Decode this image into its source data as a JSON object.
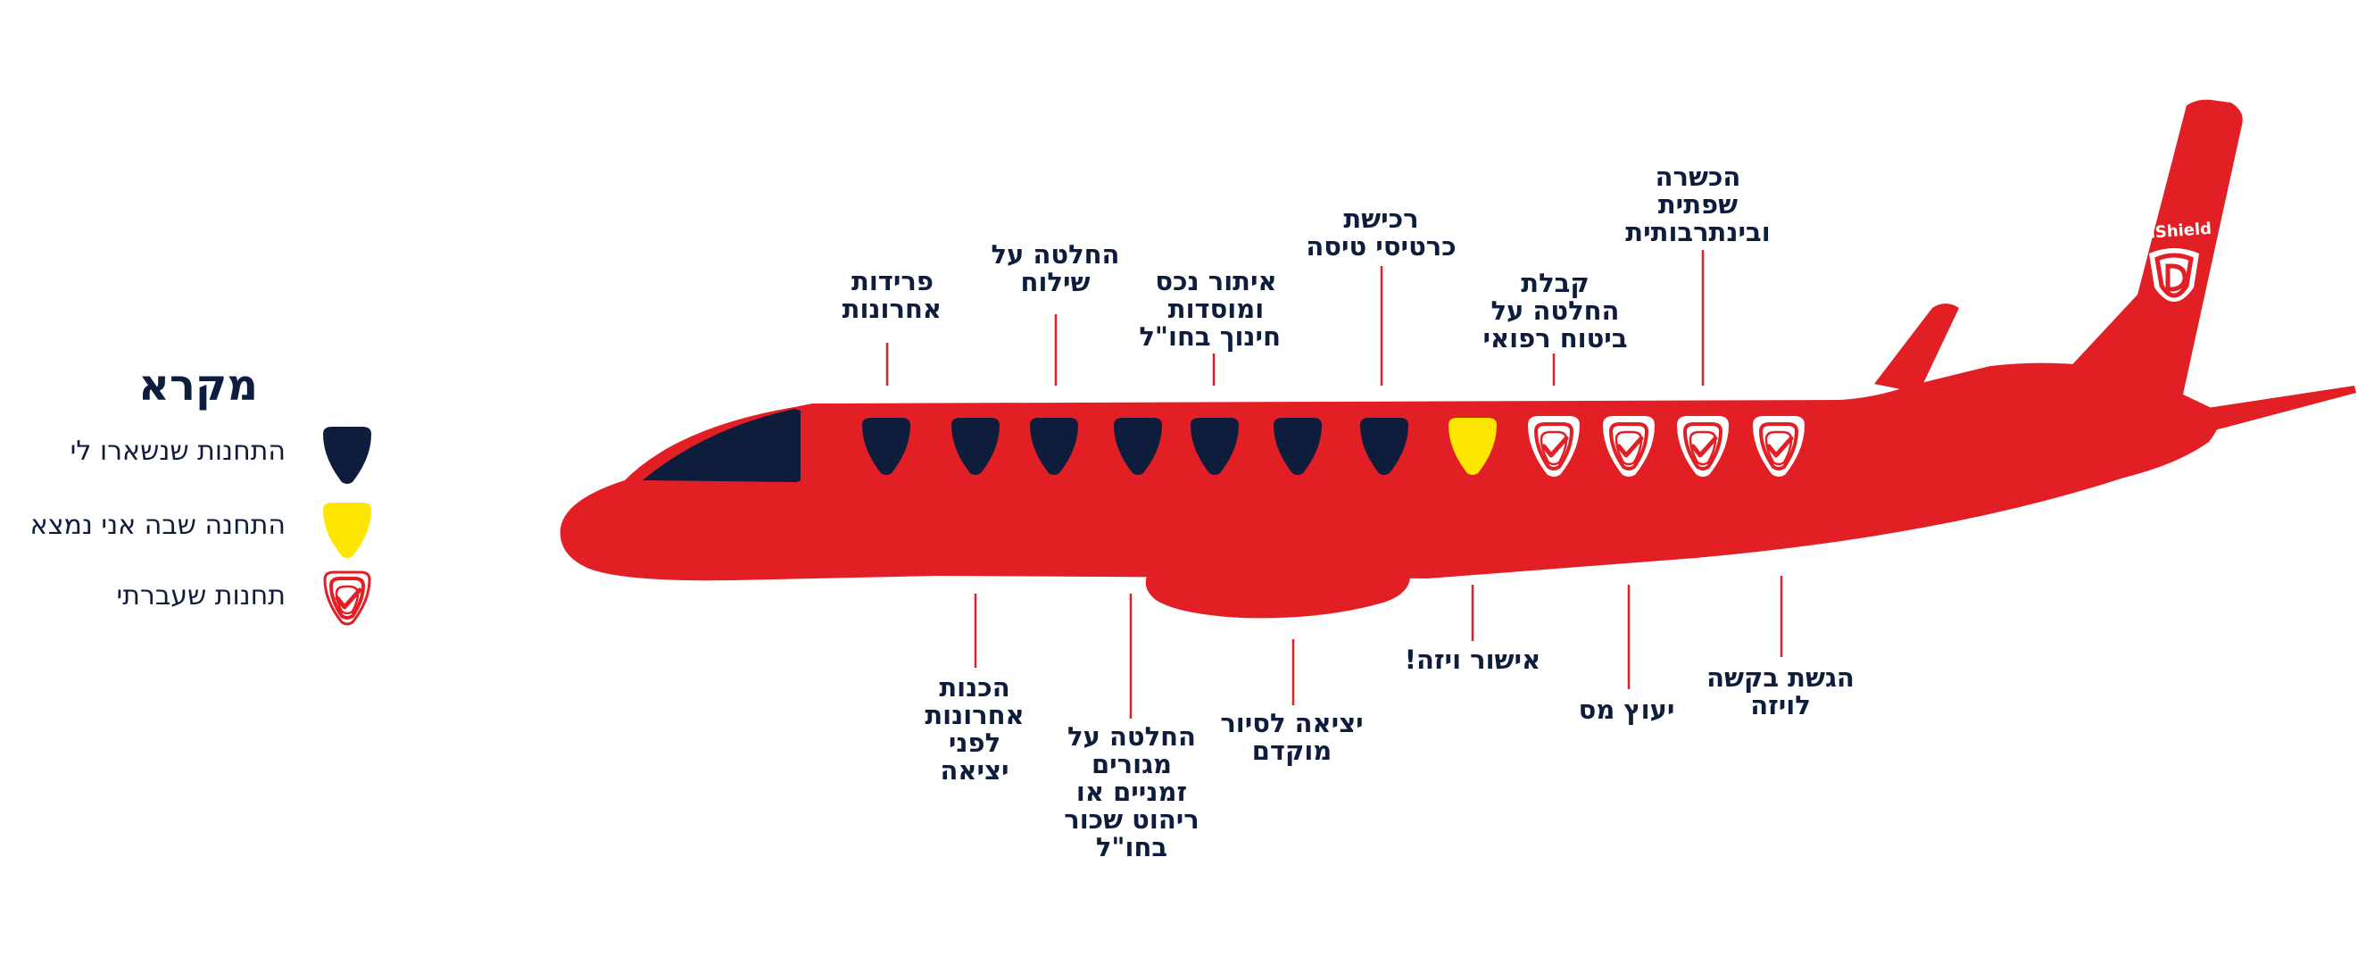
{
  "colors": {
    "plane": "#e31f26",
    "navy": "#0f1d3d",
    "yellow": "#ffe600",
    "line": "#e31f26",
    "white": "#ffffff"
  },
  "brand": {
    "text": "DavidShield",
    "icon": "shield-d-logo"
  },
  "legend": {
    "title": "מקרא",
    "items": [
      {
        "text": "התחנות שנשארו לי",
        "icon": "navy-window-icon"
      },
      {
        "text": "התחנה שבה אני נמצא",
        "icon": "yellow-window-icon"
      },
      {
        "text": "תחנות שעברתי",
        "icon": "checked-window-icon"
      }
    ]
  },
  "windows": [
    {
      "state": "remaining"
    },
    {
      "state": "remaining"
    },
    {
      "state": "remaining"
    },
    {
      "state": "remaining"
    },
    {
      "state": "remaining"
    },
    {
      "state": "remaining"
    },
    {
      "state": "remaining"
    },
    {
      "state": "current"
    },
    {
      "state": "passed"
    },
    {
      "state": "passed"
    },
    {
      "state": "passed"
    },
    {
      "state": "passed"
    }
  ],
  "stations_top": [
    {
      "lines": [
        "פרידות",
        "אחרונות"
      ]
    },
    {
      "lines": [
        "החלטה על",
        "שילוח"
      ]
    },
    {
      "lines": [
        "איתור נכס",
        "ומוסדות",
        "חינוך בחו\"ל"
      ]
    },
    {
      "lines": [
        "רכישת",
        "כרטיסי טיסה"
      ]
    },
    {
      "lines": [
        "קבלת",
        "החלטה על",
        "ביטוח רפואי"
      ]
    },
    {
      "lines": [
        "הכשרה",
        "שפתית",
        "ובינתרבותית"
      ]
    }
  ],
  "stations_bottom": [
    {
      "lines": [
        "הכנות",
        "אחרונות",
        "לפני",
        "יציאה"
      ]
    },
    {
      "lines": [
        "החלטה על",
        "מגורים",
        "זמניים או",
        "ריהוט שכור",
        "בחו\"ל"
      ]
    },
    {
      "lines": [
        "יציאה לסיור",
        "מוקדם"
      ]
    },
    {
      "lines": [
        "אישור ויזה!"
      ]
    },
    {
      "lines": [
        "יעוץ מס"
      ]
    },
    {
      "lines": [
        "הגשת בקשה",
        "לויזה"
      ]
    }
  ]
}
